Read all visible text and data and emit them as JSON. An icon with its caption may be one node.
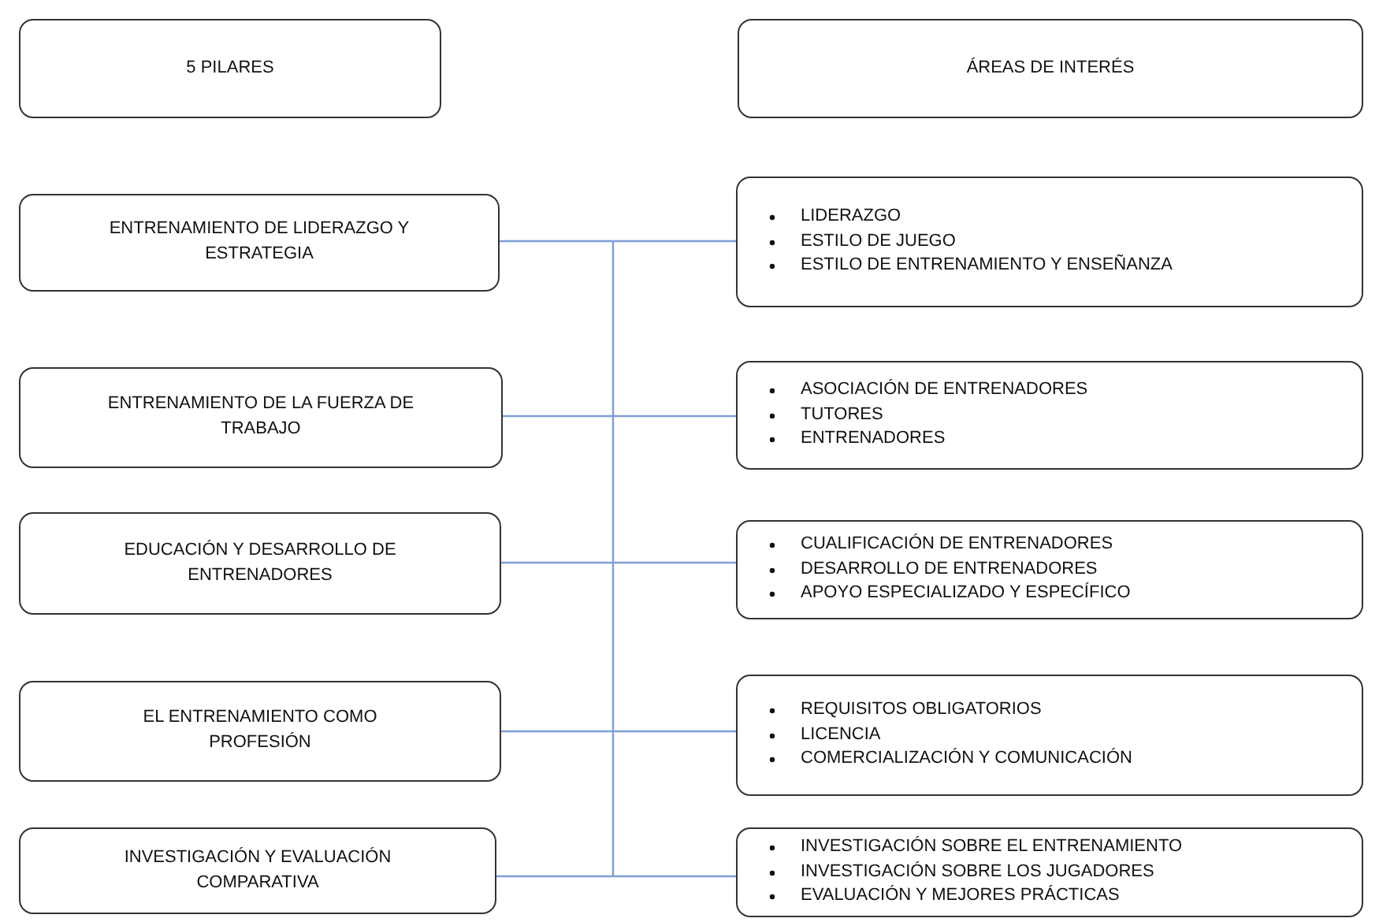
{
  "diagram": {
    "nodes": [
      {
        "text": [
          "5 PILARES"
        ]
      },
      {
        "text": [
          "ÁREAS DE INTERÉS"
        ]
      },
      {
        "text": [
          "ENTRENAMIENTO DE LIDERAZGO Y ESTRATEGIA"
        ]
      },
      {
        "text": [
          "LIDERAZGO",
          "ESTILO DE JUEGO",
          "ESTILO DE ENTRENAMIENTO Y ENSEÑANZA"
        ]
      },
      {
        "text": [
          "ENTRENAMIENTO DE LA FUERZA DE TRABAJO"
        ]
      },
      {
        "text": [
          "ASOCIACIÓN DE ENTRENADORES",
          "TUTORES",
          "ENTRENADORES"
        ]
      },
      {
        "text": [
          "EDUCACIÓN Y DESARROLLO DE ENTRENADORES"
        ]
      },
      {
        "text": [
          "CUALIFICACIÓN DE ENTRENADORES",
          "DESARROLLO DE ENTRENADORES",
          "APOYO ESPECIALIZADO Y ESPECÍFICO"
        ]
      },
      {
        "text": [
          "EL ENTRENAMIENTO COMO PROFESIÓN"
        ]
      },
      {
        "text": [
          "REQUISITOS OBLIGATORIOS",
          "LICENCIA",
          "COMERCIALIZACIÓN Y COMUNICACIÓN"
        ]
      },
      {
        "text": [
          "INVESTIGACIÓN Y EVALUACIÓN COMPARATIVA"
        ]
      },
      {
        "text": [
          "INVESTIGACIÓN SOBRE EL ENTRENAMIENTO",
          "INVESTIGACIÓN SOBRE LOS JUGADORES",
          "EVALUACIÓN Y MEJORES PRÁCTICAS"
        ]
      }
    ],
    "edges": [
      {
        "from": 2,
        "to": 3,
        "arrow": "none"
      },
      {
        "from": 4,
        "to": 5,
        "arrow": "none"
      },
      {
        "from": 6,
        "to": 7,
        "arrow": "none"
      },
      {
        "from": 8,
        "to": 9,
        "arrow": "none"
      },
      {
        "from": 10,
        "to": 11,
        "arrow": "none"
      }
    ]
  }
}
